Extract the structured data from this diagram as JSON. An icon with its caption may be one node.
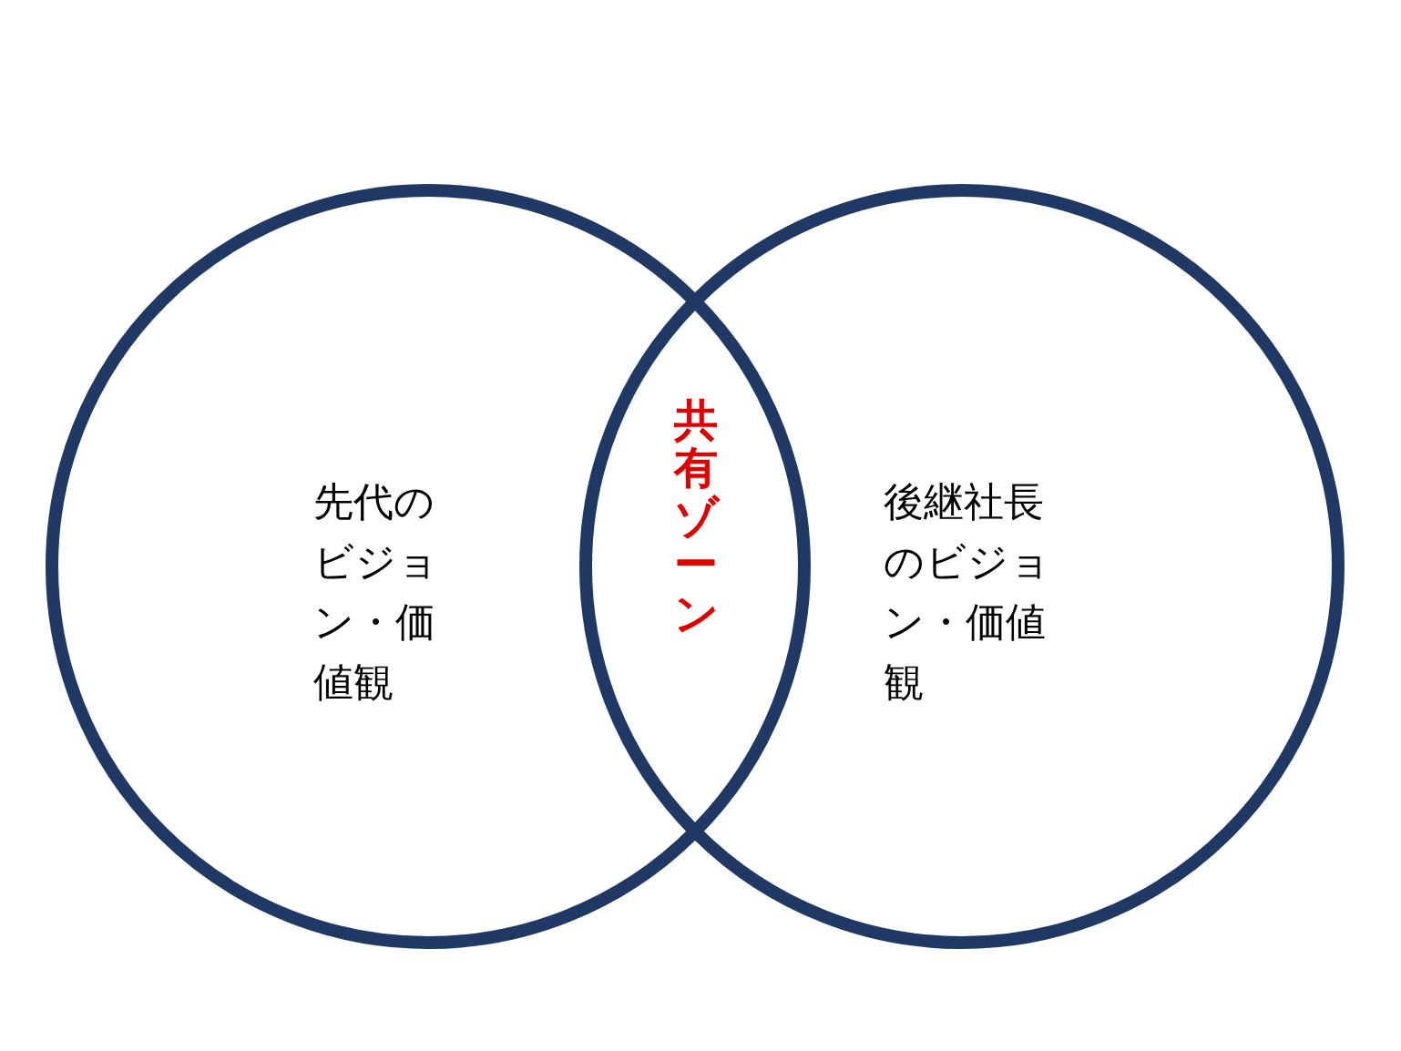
{
  "diagram": {
    "nodes": [
      {
        "text": [
          "先代のビジョン・価値観"
        ]
      },
      {
        "text": [
          "後継社長のビジョン・価値観"
        ]
      }
    ],
    "labels": [
      "共有ゾーン"
    ]
  }
}
